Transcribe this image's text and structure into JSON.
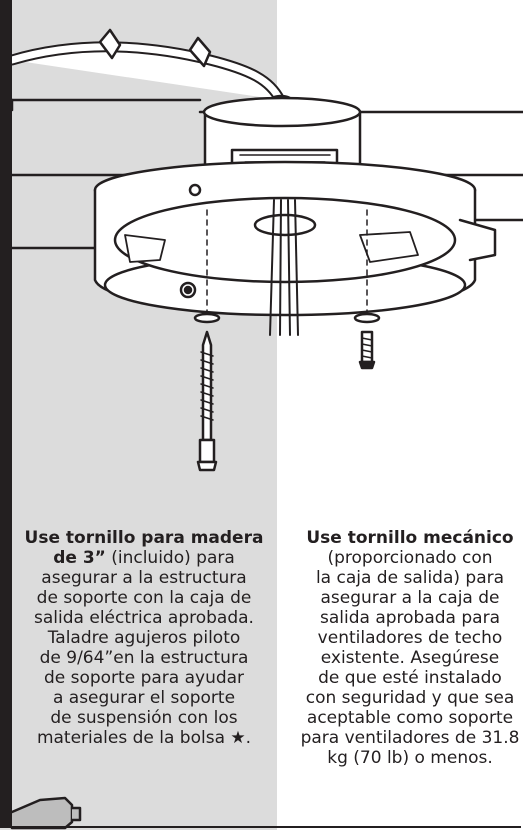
{
  "left_caption": {
    "bold_line1": "Use tornillo para madera",
    "bold_line2": "de 3”",
    "rest_line2": " (incluido) para",
    "lines": [
      "asegurar a la estructura",
      "de soporte con la caja de",
      "salida eléctrica aprobada.",
      "Taladre agujeros piloto",
      "de 9/64”en la estructura",
      "de soporte para ayudar",
      "a asegurar el soporte",
      "de suspensión con los"
    ],
    "last_line": "materiales de la bolsa",
    "star": "★."
  },
  "right_caption": {
    "bold_line1": "Use tornillo mecánico",
    "lines": [
      "(proporcionado con",
      "la caja de salida) para",
      "asegurar a la caja de",
      "salida aprobada para",
      "ventiladores de techo",
      "existente. Asegúrese",
      "de que esté instalado",
      "con seguridad y que sea",
      "aceptable como soporte",
      "para ventiladores de 31.8",
      "kg (70 lb) o menos."
    ]
  },
  "colors": {
    "ink": "#231f20",
    "left_panel": "#dcdcdc",
    "background": "#ffffff"
  }
}
